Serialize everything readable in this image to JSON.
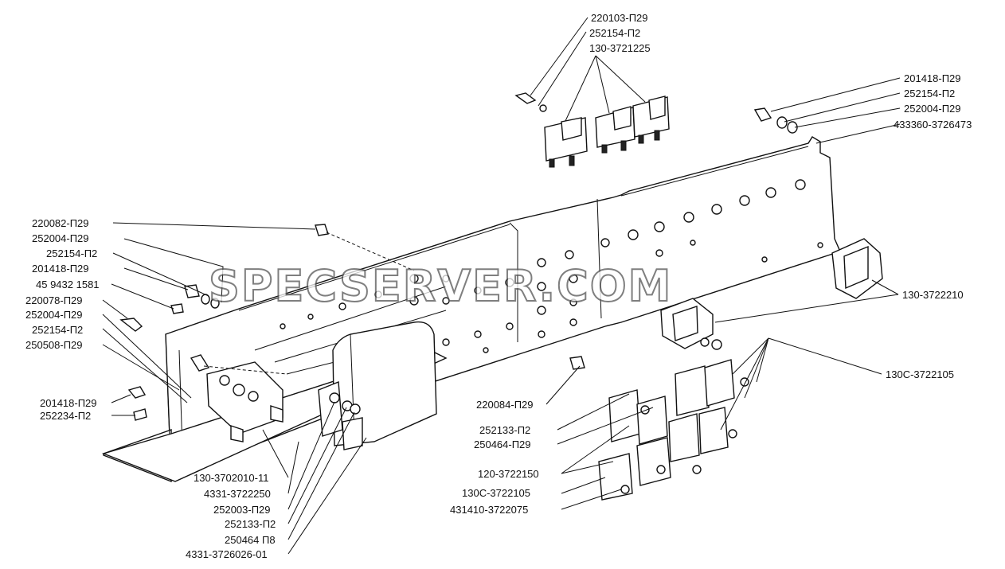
{
  "diagram": {
    "watermark": "SPECSERVER.COM",
    "callouts": {
      "top_a": "220103-П29",
      "top_b": "252154-П2",
      "top_c": "130-3721225",
      "right_a": "201418-П29",
      "right_b": "252154-П2",
      "right_c": "252004-П29",
      "right_d": "433360-3726473",
      "left_a": "220082-П29",
      "left_b": "252004-П29",
      "left_c": "252154-П2",
      "left_d": "201418-П29",
      "left_e": "45 9432 1581",
      "left_f": "220078-П29",
      "left_g": "252004-П29",
      "left_h": "252154-П2",
      "left_i": "250508-П29",
      "left_j": "201418-П29",
      "left_k": "252234-П2",
      "bottom_a": "130-3702010-11",
      "bottom_b": "4331-3722250",
      "bottom_c": "252003-П29",
      "bottom_d": "252133-П2",
      "bottom_e": "250464 П8",
      "bottom_f": "4331-3726026-01",
      "mid_a": "220084-П29",
      "mid_b": "252133-П2",
      "mid_c": "250464-П29",
      "mid_d": "120-3722150",
      "mid_e": "130С-3722105",
      "mid_f": "431410-3722075",
      "right_e": "130-3722210",
      "right_f": "130С-3722105"
    }
  }
}
